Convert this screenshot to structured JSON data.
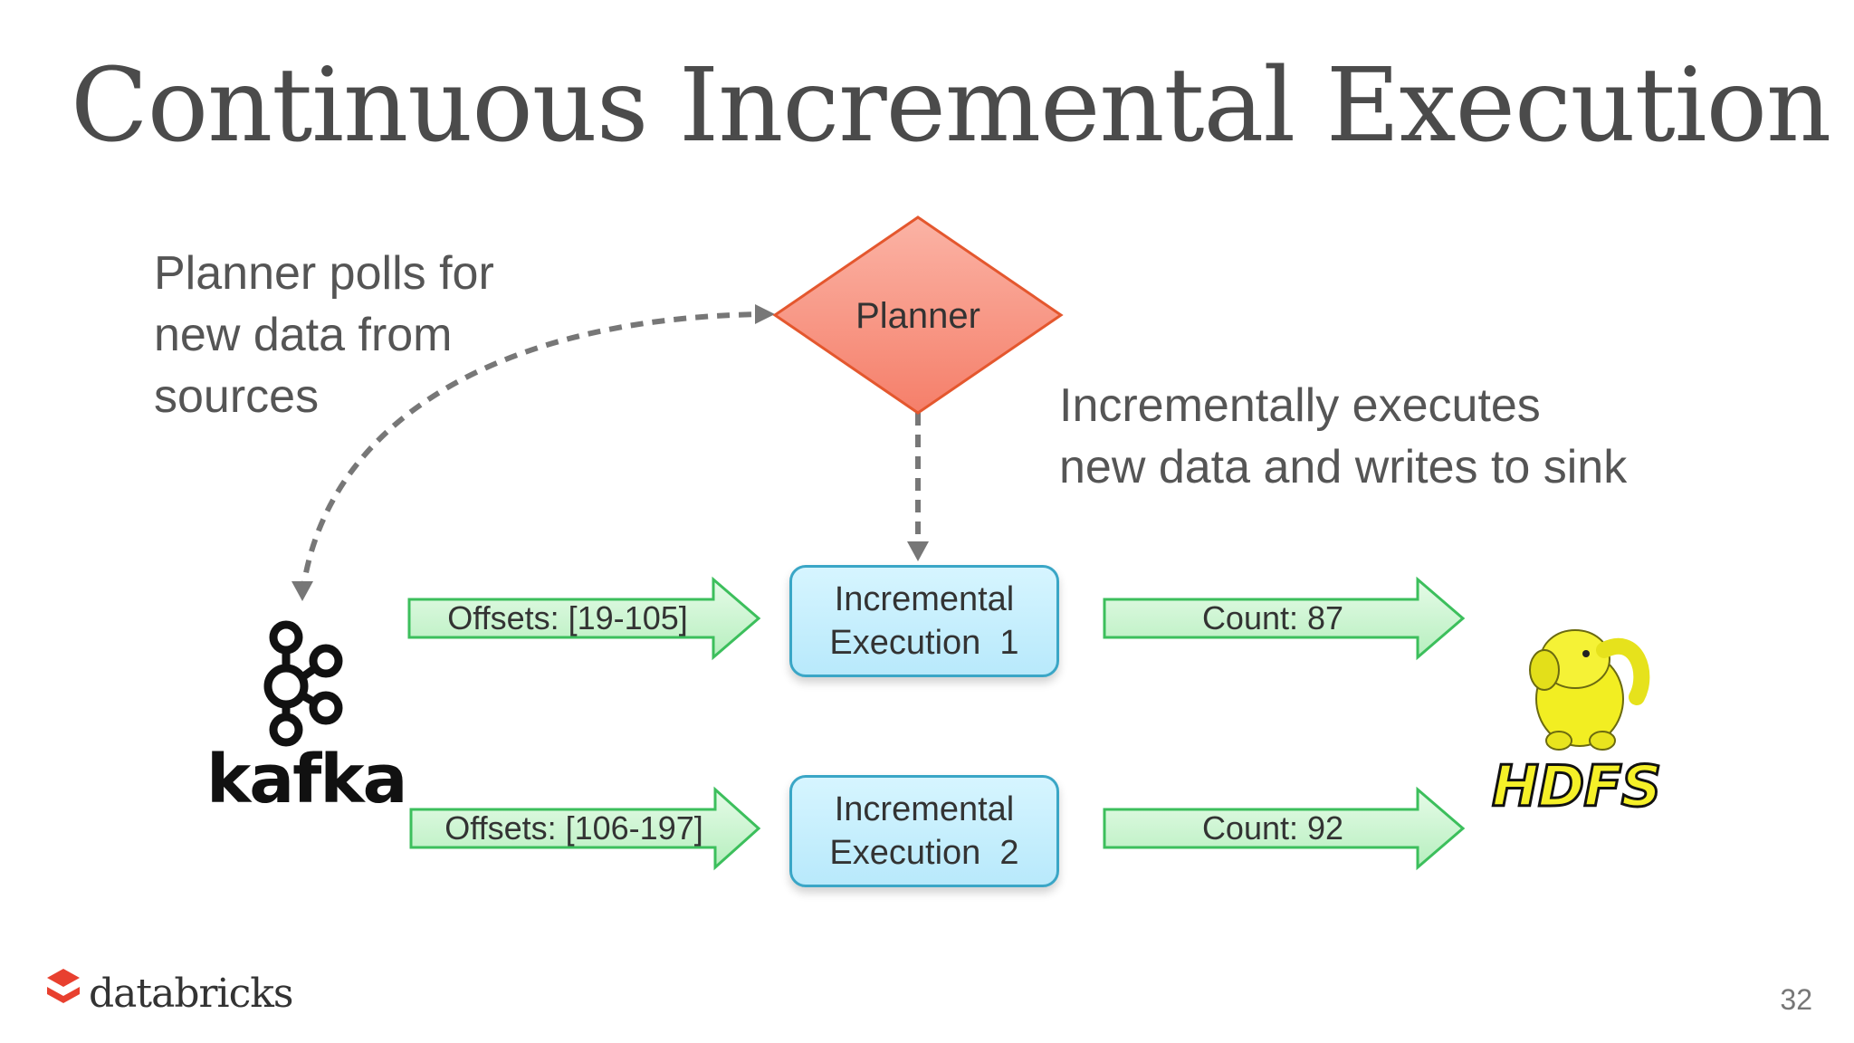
{
  "slide": {
    "title": "Continuous Incremental Execution",
    "page_number": "32"
  },
  "notes": {
    "left": [
      "Planner polls for",
      "new data from",
      "sources"
    ],
    "right": [
      "Incrementally executes",
      "new data and writes to sink"
    ]
  },
  "planner": {
    "label": "Planner"
  },
  "executions": [
    {
      "line1": "Incremental",
      "line2": "Execution  1",
      "offsets": "Offsets: [19-105]",
      "count": "Count:  87"
    },
    {
      "line1": "Incremental",
      "line2": "Execution  2",
      "offsets": "Offsets: [106-197]",
      "count": "Count:  92"
    }
  ],
  "logos": {
    "source": "kafka",
    "sink": "HDFS",
    "brand": "databricks"
  },
  "colors": {
    "planner_fill": "#f8917f",
    "planner_stroke": "#e4572e",
    "exec_fill": "#c9effc",
    "exec_stroke": "#3aa6c6",
    "arrow_fill": "#c8f5cc",
    "arrow_stroke": "#3cbf5c",
    "dashed": "#777777",
    "brand_red": "#e8402f"
  }
}
